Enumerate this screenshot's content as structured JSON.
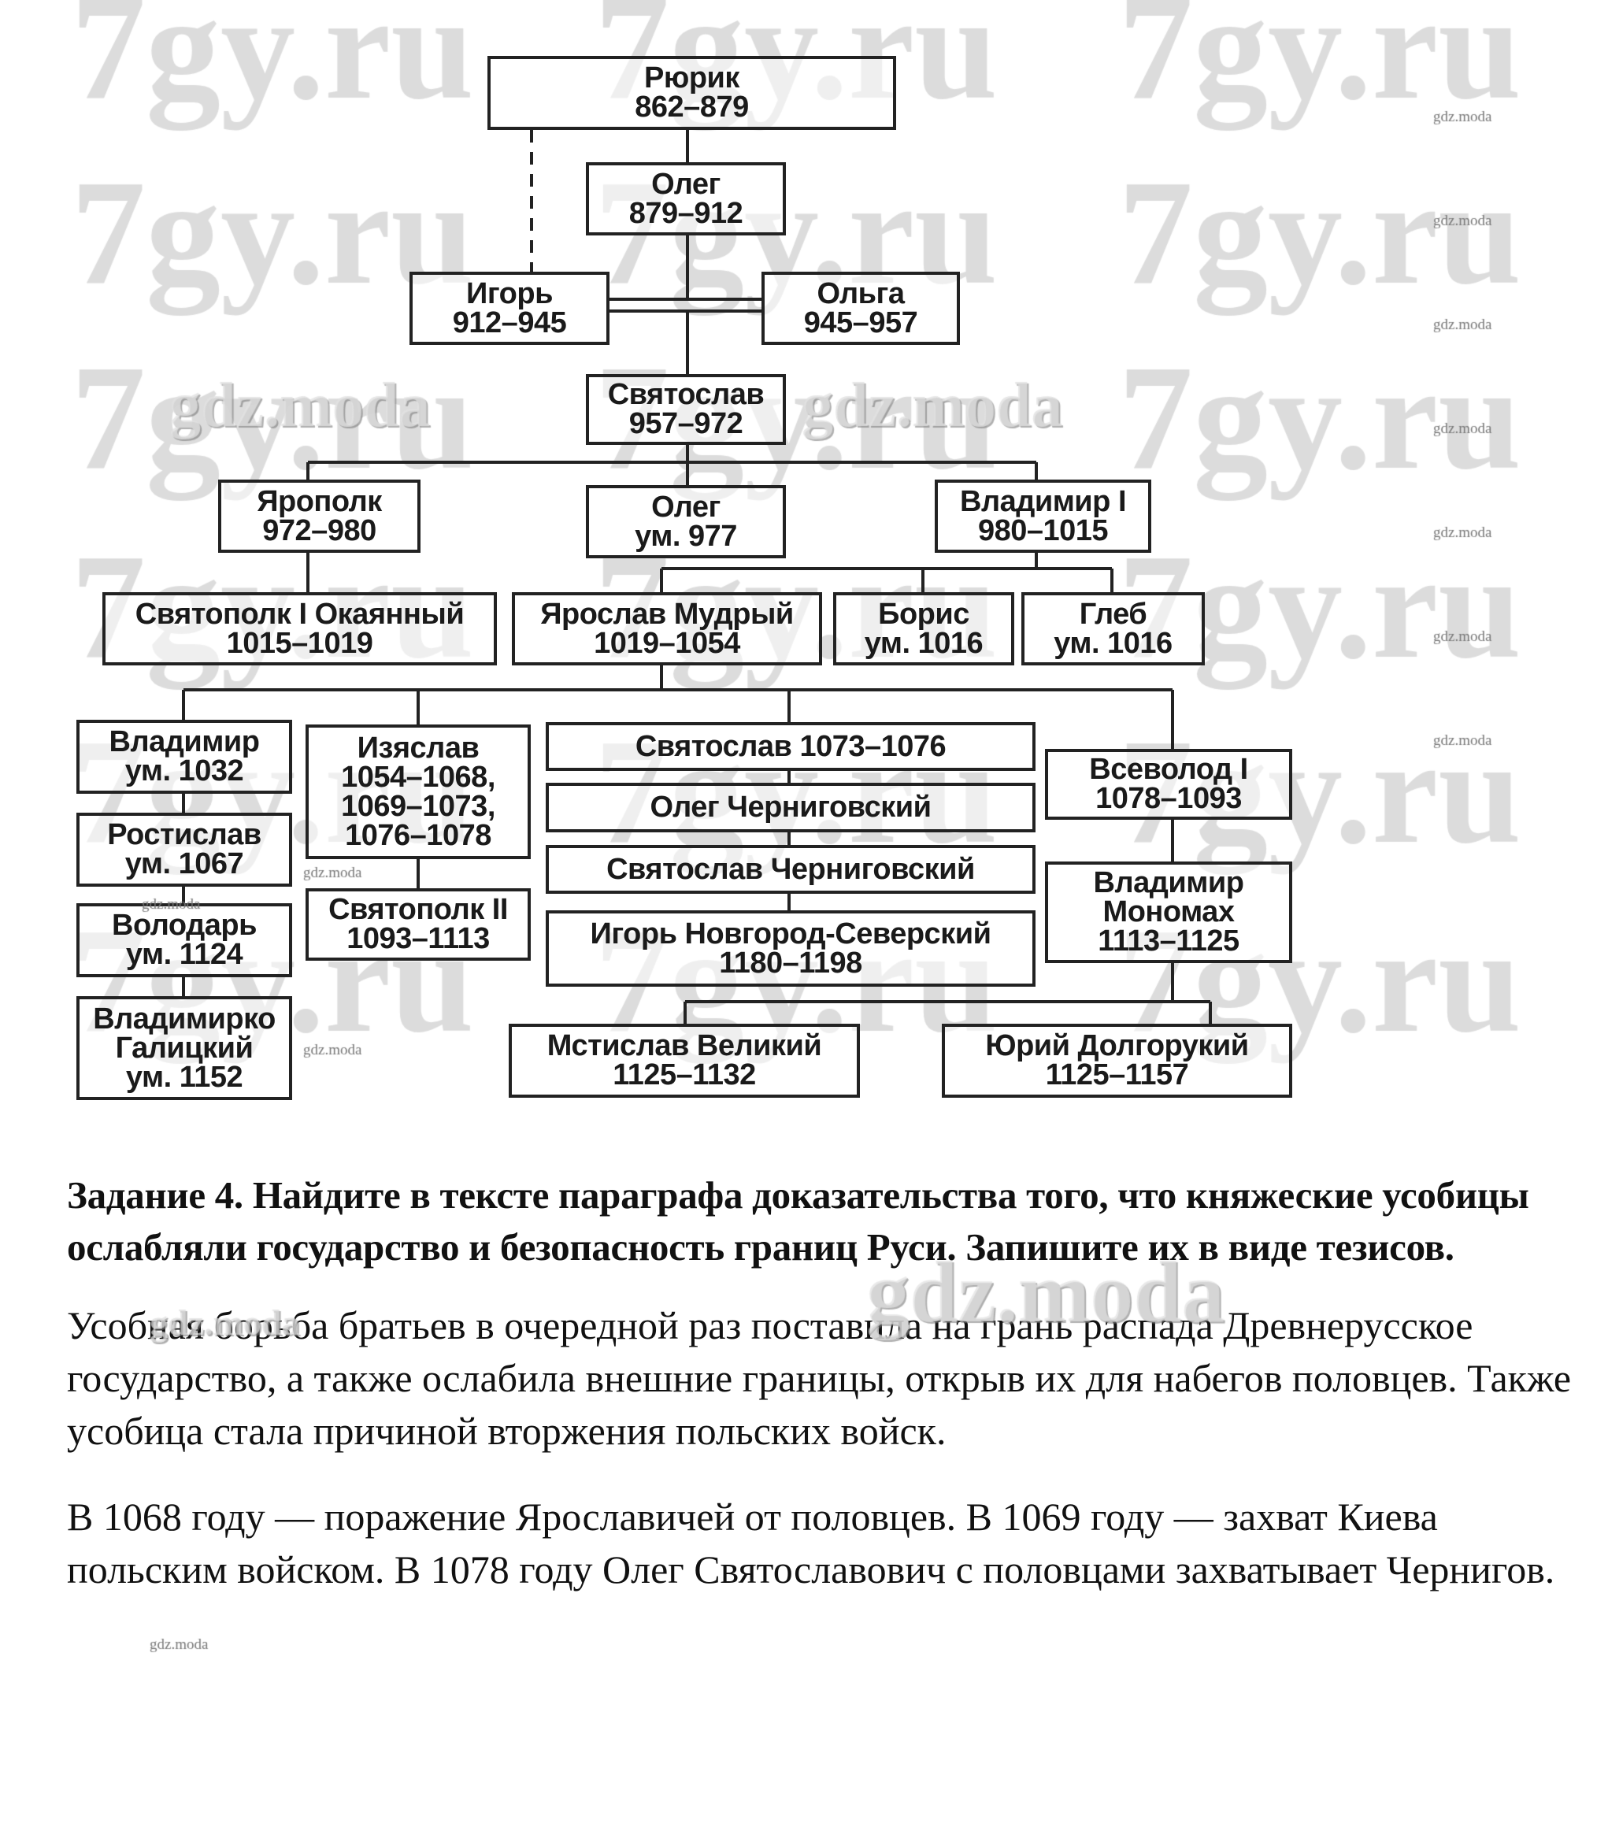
{
  "watermarks": {
    "site": "7gy.ru",
    "gdz": "gdz.moda"
  },
  "tree": {
    "rurik": [
      "Рюрик",
      "862–879"
    ],
    "oleg": [
      "Олег",
      "879–912"
    ],
    "igor": [
      "Игорь",
      "912–945"
    ],
    "olga": [
      "Ольга",
      "945–957"
    ],
    "sviatoslav": [
      "Святослав",
      "957–972"
    ],
    "yaropolk": [
      "Ярополк",
      "972–980"
    ],
    "oleg2": [
      "Олег",
      "ум. 977"
    ],
    "vladimir1": [
      "Владимир I",
      "980–1015"
    ],
    "sviatopolk1": [
      "Святополк I Окаянный",
      "1015–1019"
    ],
    "yaroslav": [
      "Ярослав Мудрый",
      "1019–1054"
    ],
    "boris": [
      "Борис",
      "ум. 1016"
    ],
    "gleb": [
      "Глеб",
      "ум. 1016"
    ],
    "vladimir1032": [
      "Владимир",
      "ум. 1032"
    ],
    "rostislav": [
      "Ростислав",
      "ум. 1067"
    ],
    "volodar": [
      "Володарь",
      "ум. 1124"
    ],
    "vladimirko": [
      "Владимирко",
      "Галицкий",
      "ум. 1152"
    ],
    "izyaslav": [
      "Изяслав",
      "1054–1068,",
      "1069–1073,",
      "1076–1078"
    ],
    "sviatopolk2": [
      "Святополк II",
      "1093–1113"
    ],
    "sviatoslav1073": [
      "Святослав 1073–1076"
    ],
    "olegchern": [
      "Олег Черниговский"
    ],
    "sviatchern": [
      "Святослав Черниговский"
    ],
    "igorns": [
      "Игорь Новгород-Северский",
      "1180–1198"
    ],
    "vsevolod": [
      "Всеволод I",
      "1078–1093"
    ],
    "monomakh": [
      "Владимир",
      "Мономах",
      "1113–1125"
    ],
    "mstislav": [
      "Мстислав Великий",
      "1125–1132"
    ],
    "yuri": [
      "Юрий Долгорукий",
      "1125–1157"
    ]
  },
  "task": {
    "heading": "Задание 4. Найдите в тексте параграфа доказательства того, что княжеские усобицы ослабляли государство и безопасность границ Руси. Запишите их в виде тезисов.",
    "paragraphs": [
      "Усобная борьба братьев в очередной раз поставила на грань распада Древнерусское государство, а также ослабила внешние границы, открыв их для набегов половцев. Также усобица стала причиной вторжения польских войск.",
      "В 1068 году — поражение Ярославичей от половцев. В 1069 году — захват Киева польским войском. В 1078 году Олег Святославович с половцами захватывает Чернигов."
    ]
  }
}
